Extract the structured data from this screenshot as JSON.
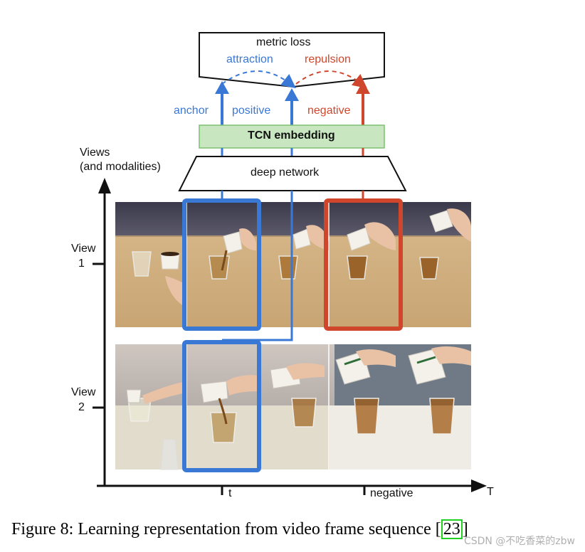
{
  "diagram": {
    "metric_loss": "metric loss",
    "attraction": "attraction",
    "repulsion": "repulsion",
    "anchor": "anchor",
    "positive": "positive",
    "negative_top": "negative",
    "tcn_embedding": "TCN embedding",
    "deep_network": "deep network",
    "views_axis_line1": "Views",
    "views_axis_line2": "(and modalities)",
    "view1_word": "View",
    "view1_num": "1",
    "view2_word": "View",
    "view2_num": "2",
    "time_t": "t",
    "time_negative": "negative",
    "time_T": "T"
  },
  "caption": {
    "prefix": "Figure 8: Learning representation from video frame sequence [",
    "cite": "23",
    "suffix": "]"
  },
  "watermark": "CSDN @不吃香菜的zbw",
  "colors": {
    "anchor_blue": "#3a78d6",
    "negative_red": "#d0462c",
    "tcn_green": "#c8e6c0",
    "citation_box": "#22d022"
  }
}
